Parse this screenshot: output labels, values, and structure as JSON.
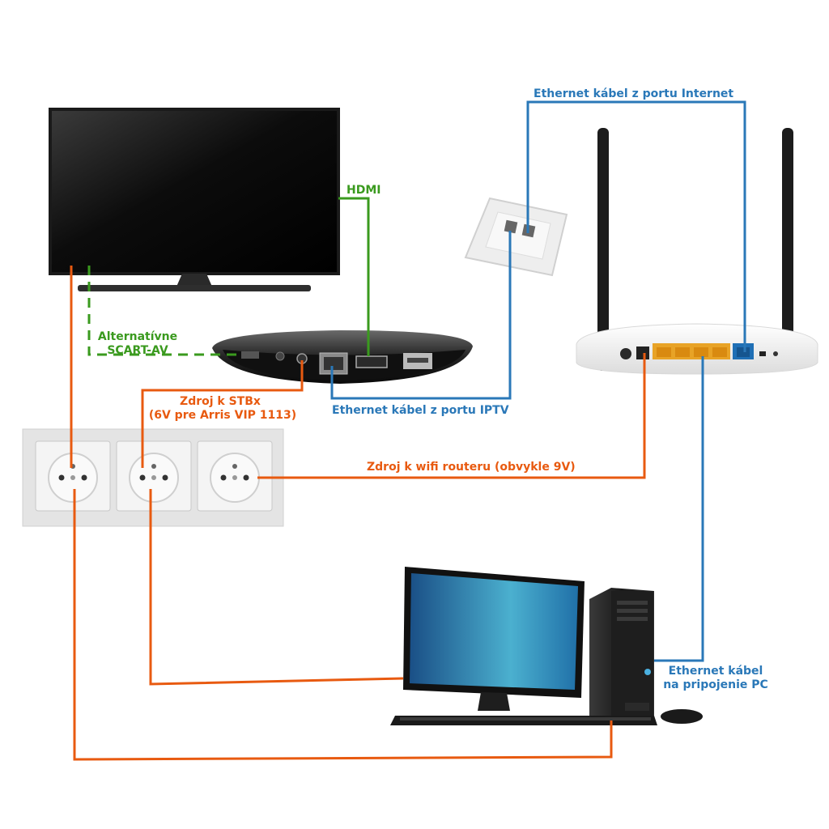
{
  "colors": {
    "hdmi_green": "#3a9a1e",
    "ethernet_blue": "#2a78b8",
    "power_orange": "#e85a10"
  },
  "labels": {
    "hdmi": "HDMI",
    "scart_line1": "Alternatívne",
    "scart_line2": "SCART-AV",
    "stb_power_line1": "Zdroj k STBx",
    "stb_power_line2": "(6V pre Arris VIP 1113)",
    "ethernet_iptv": "Ethernet kábel z portu IPTV",
    "ethernet_internet": "Ethernet kábel z portu Internet",
    "router_power": "Zdroj k wifi routeru (obvykle 9V)",
    "ethernet_pc_line1": "Ethernet kábel",
    "ethernet_pc_line2": "na pripojenie PC"
  },
  "devices": {
    "tv": "tv-icon",
    "set_top_box": "set-top-box-icon",
    "wall_ethernet_socket": "ethernet-wall-socket-icon",
    "wifi_router": "wifi-router-icon",
    "power_outlets": "power-outlet-icon",
    "desktop_pc": "desktop-pc-icon"
  }
}
